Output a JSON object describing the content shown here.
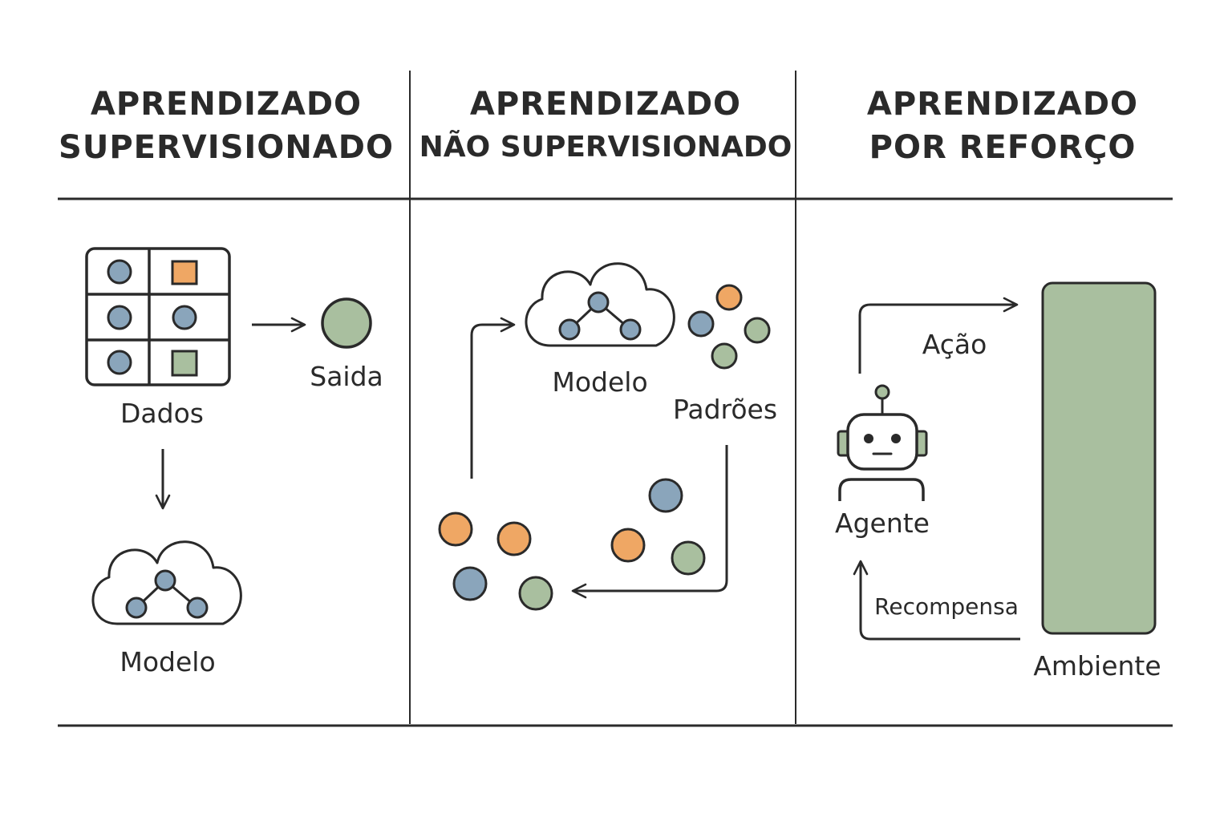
{
  "colors": {
    "blue": "#8aa5bb",
    "orange": "#efa764",
    "green": "#a9bf9f",
    "line": "#2a2a2a"
  },
  "supervised": {
    "title_line1": "APRENDIZADO",
    "title_line2": "SUPERVISIONADO",
    "data_label": "Dados",
    "output_label": "Saida",
    "model_label": "Modelo"
  },
  "unsupervised": {
    "title_line1": "APRENDIZADO",
    "title_line2": "NÃO SUPERVISIONADO",
    "model_label": "Modelo",
    "patterns_label": "Padrões"
  },
  "reinforcement": {
    "title_line1": "APRENDIZADO",
    "title_line2": "POR REFORÇO",
    "action_label": "Ação",
    "agent_label": "Agente",
    "reward_label": "Recompensa",
    "environment_label": "Ambiente"
  }
}
